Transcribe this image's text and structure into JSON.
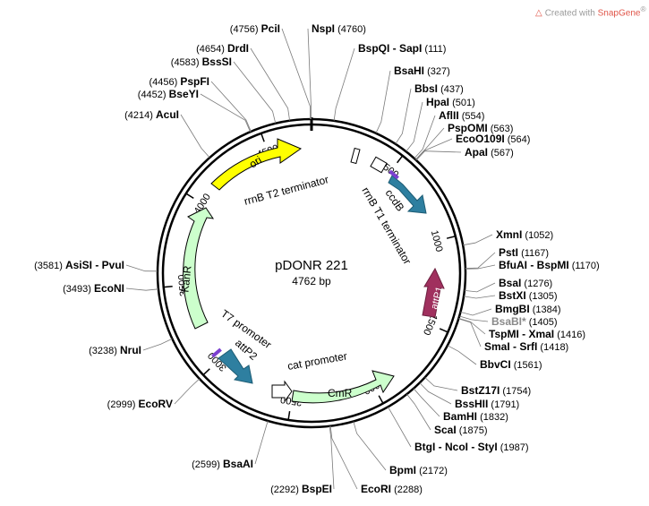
{
  "watermark": {
    "prefix": "Created with ",
    "brand": "SnapGene",
    "mark": "®"
  },
  "plasmid": {
    "name": "pDONR 221",
    "size": "4762 bp",
    "length": 4762
  },
  "ticks": [
    "500",
    "1000",
    "1500",
    "2000",
    "2500",
    "3000",
    "3500",
    "4000",
    "4500"
  ],
  "sites": [
    {
      "name": "PciI",
      "pos": "(4756)",
      "bp": 4756,
      "side": "left"
    },
    {
      "name": "DrdI",
      "pos": "(4654)",
      "bp": 4654,
      "side": "left"
    },
    {
      "name": "BssSI",
      "pos": "(4583)",
      "bp": 4583,
      "side": "left"
    },
    {
      "name": "PspFI",
      "pos": "(4456)",
      "bp": 4456,
      "side": "left"
    },
    {
      "name": "BseYI",
      "pos": "(4452)",
      "bp": 4452,
      "side": "left"
    },
    {
      "name": "AcuI",
      "pos": "(4214)",
      "bp": 4214,
      "side": "left"
    },
    {
      "name": "AsiSI - PvuI",
      "pos": "(3581)",
      "bp": 3581,
      "side": "left"
    },
    {
      "name": "EcoNI",
      "pos": "(3493)",
      "bp": 3493,
      "side": "left"
    },
    {
      "name": "NruI",
      "pos": "(3238)",
      "bp": 3238,
      "side": "left"
    },
    {
      "name": "EcoRV",
      "pos": "(2999)",
      "bp": 2999,
      "side": "left"
    },
    {
      "name": "BsaAI",
      "pos": "(2599)",
      "bp": 2599,
      "side": "left"
    },
    {
      "name": "BspEI",
      "pos": "(2292)",
      "bp": 2292,
      "side": "left"
    },
    {
      "name": "NspI",
      "pos": "(4760)",
      "bp": 4760,
      "side": "right"
    },
    {
      "name": "BspQI - SapI",
      "pos": "(111)",
      "bp": 111,
      "side": "right"
    },
    {
      "name": "BsaHI",
      "pos": "(327)",
      "bp": 327,
      "side": "right"
    },
    {
      "name": "BbsI",
      "pos": "(437)",
      "bp": 437,
      "side": "right"
    },
    {
      "name": "HpaI",
      "pos": "(501)",
      "bp": 501,
      "side": "right"
    },
    {
      "name": "AflII",
      "pos": "(554)",
      "bp": 554,
      "side": "right"
    },
    {
      "name": "PspOMI",
      "pos": "(563)",
      "bp": 563,
      "side": "right"
    },
    {
      "name": "EcoO109I",
      "pos": "(564)",
      "bp": 564,
      "side": "right"
    },
    {
      "name": "ApaI",
      "pos": "(567)",
      "bp": 567,
      "side": "right"
    },
    {
      "name": "XmnI",
      "pos": "(1052)",
      "bp": 1052,
      "side": "right"
    },
    {
      "name": "PstI",
      "pos": "(1167)",
      "bp": 1167,
      "side": "right"
    },
    {
      "name": "BfuAI - BspMI",
      "pos": "(1170)",
      "bp": 1170,
      "side": "right"
    },
    {
      "name": "BsaI",
      "pos": "(1276)",
      "bp": 1276,
      "side": "right"
    },
    {
      "name": "BstXI",
      "pos": "(1305)",
      "bp": 1305,
      "side": "right"
    },
    {
      "name": "BmgBI",
      "pos": "(1384)",
      "bp": 1384,
      "side": "right"
    },
    {
      "name": "BsaBI*",
      "pos": "(1405)",
      "bp": 1405,
      "side": "right",
      "gray": true
    },
    {
      "name": "TspMI - XmaI",
      "pos": "(1416)",
      "bp": 1416,
      "side": "right"
    },
    {
      "name": "SmaI - SrfI",
      "pos": "(1418)",
      "bp": 1418,
      "side": "right"
    },
    {
      "name": "BbvCI",
      "pos": "(1561)",
      "bp": 1561,
      "side": "right"
    },
    {
      "name": "BstZ17I",
      "pos": "(1754)",
      "bp": 1754,
      "side": "right"
    },
    {
      "name": "BssHII",
      "pos": "(1791)",
      "bp": 1791,
      "side": "right"
    },
    {
      "name": "BamHI",
      "pos": "(1832)",
      "bp": 1832,
      "side": "right"
    },
    {
      "name": "ScaI",
      "pos": "(1875)",
      "bp": 1875,
      "side": "right"
    },
    {
      "name": "BtgI - NcoI - StyI",
      "pos": "(1987)",
      "bp": 1987,
      "side": "right"
    },
    {
      "name": "BpmI",
      "pos": "(2172)",
      "bp": 2172,
      "side": "right"
    },
    {
      "name": "EcoRI",
      "pos": "(2288)",
      "bp": 2288,
      "side": "right"
    }
  ],
  "features": [
    {
      "name": "ori",
      "color": "#ffff00",
      "kind": "arrow"
    },
    {
      "name": "KanR",
      "color": "#ccffcc",
      "kind": "arrow"
    },
    {
      "name": "CmR",
      "color": "#ccffcc",
      "kind": "arrow"
    },
    {
      "name": "cat promoter",
      "color": "#ffffff",
      "kind": "promoter"
    },
    {
      "name": "T7 promoter",
      "color": "#ffffff",
      "kind": "label"
    },
    {
      "name": "attP2",
      "color": "#2e7fa0",
      "kind": "arrow"
    },
    {
      "name": "attP1",
      "color": "#2e7fa0",
      "kind": "arrow"
    },
    {
      "name": "ccdB",
      "color": "#a0305e",
      "kind": "arrow"
    },
    {
      "name": "rrnB T2 terminator",
      "color": "#ffffff",
      "kind": "terminator"
    },
    {
      "name": "rrnB T1 terminator",
      "color": "#ffffff",
      "kind": "terminator"
    }
  ],
  "colors": {
    "backbone": "#000000",
    "ori": "#ffff00",
    "resistance": "#ccffcc",
    "att": "#2e7fa0",
    "ccdb": "#a0305e",
    "brand": "#e0564a"
  }
}
